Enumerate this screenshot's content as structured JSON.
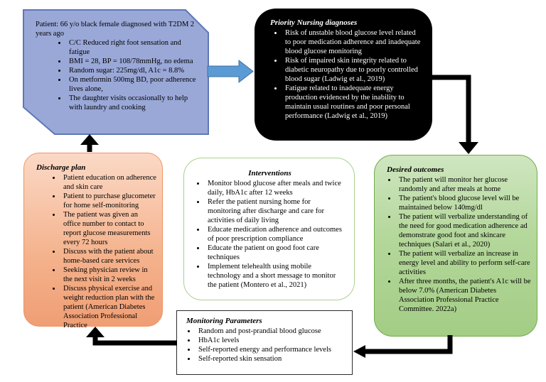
{
  "diagram_title": "Nursing care plan concept map",
  "colors": {
    "patient_fill": "#9aa8d8",
    "patient_border": "#5f77b5",
    "blue_arrow_fill": "#5b9bd5",
    "blue_arrow_border": "#41719c",
    "diagnoses_bg": "#000000",
    "diagnoses_text": "#ffffff",
    "discharge_gradient_top": "#fbd9c6",
    "discharge_gradient_bottom": "#f09e74",
    "discharge_border": "#ed9464",
    "interventions_border": "#a9d18e",
    "outcomes_gradient_top": "#cfe6c0",
    "outcomes_gradient_bottom": "#a3cd85",
    "outcomes_border": "#70ad47",
    "flow_arrow": "#000000"
  },
  "patient_box": {
    "intro": "Patient: 66 y/o black female diagnosed with T2DM 2 years ago",
    "bullets": [
      "C/C Reduced right foot sensation and fatigue",
      "BMI = 28, BP = 108/78mmHg, no edema",
      "Random sugar: 225mg/dl, A1c = 8.8%",
      "On metformin 500mg BD, poor adherence lives alone,",
      "The daughter visits occasionally to help with laundry and cooking"
    ]
  },
  "diagnoses_box": {
    "title": "Priority Nursing diagnoses",
    "bullets": [
      "Risk of unstable blood glucose level related to poor medication adherence and inadequate blood glucose monitoring",
      "Risk of impaired skin integrity related to diabetic neuropathy due to poorly controlled blood sugar (Ladwig et al., 2019)",
      "Fatigue related to inadequate energy production evidenced by the inability to maintain usual routines and poor personal performance (Ladwig et al., 2019)"
    ]
  },
  "discharge_box": {
    "title": "Discharge plan",
    "bullets": [
      "Patient education on adherence and skin care",
      "Patient to purchase glucometer for home self-monitoring",
      "The patient was given an office number to contact to report glucose measurements every 72 hours",
      "Discuss with the patient about home-based care services",
      "Seeking physician review in the next visit in 2 weeks",
      "Discuss physical exercise and weight reduction plan with the patient (American Diabetes Association Professional Practice"
    ]
  },
  "interventions_box": {
    "title": "Interventions",
    "bullets": [
      "Monitor blood glucose after meals and twice daily, HbA1c after 12 weeks",
      "Refer the patient nursing home for monitoring after discharge and care for activities of daily living",
      "Educate medication adherence and outcomes of poor prescription compliance",
      "Educate the patient on good foot care techniques",
      "Implement telehealth using mobile technology and a short message to monitor the patient (Montero et al., 2021)"
    ]
  },
  "outcomes_box": {
    "title": "Desired outcomes",
    "bullets": [
      "The patient will monitor her glucose randomly and after meals at home",
      "The patient's blood glucose level will be maintained below 140mg/dl",
      "The patient will verbalize understanding of the need for good medication adherence ad demonstrate good foot and skincare techniques (Salari et al., 2020)",
      "The patient will verbalize an increase in energy level and ability to perform self-care activities",
      "After three months, the patient's A1c will be below 7.0%  (American Diabetes Association Professional Practice Committee. 2022a)"
    ]
  },
  "monitoring_box": {
    "title": "Monitoring Parameters",
    "bullets": [
      "Random and post-prandial blood glucose",
      "HbA1c levels",
      "Self-reported energy and performance levels",
      "Self-reported skin sensation"
    ]
  }
}
